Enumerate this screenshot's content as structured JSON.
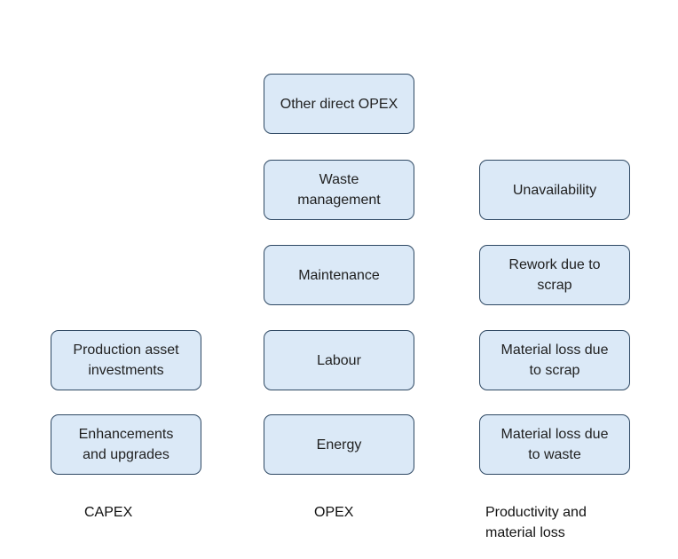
{
  "columns": {
    "capex": {
      "label": "CAPEX",
      "boxes": [
        "Production asset\ninvestments",
        "Enhancements\nand upgrades"
      ]
    },
    "opex": {
      "label": "OPEX",
      "boxes": [
        "Other direct OPEX",
        "Waste\nmanagement",
        "Maintenance",
        "Labour",
        "Energy"
      ]
    },
    "productivity": {
      "label": "Productivity and\nmaterial loss",
      "boxes": [
        "Unavailability",
        "Rework due to\nscrap",
        "Material loss due\nto scrap",
        "Material loss due\nto waste"
      ]
    }
  },
  "colors": {
    "box_fill": "#dbe9f7",
    "box_border": "#2e4863",
    "text": "#1f1f1f"
  }
}
